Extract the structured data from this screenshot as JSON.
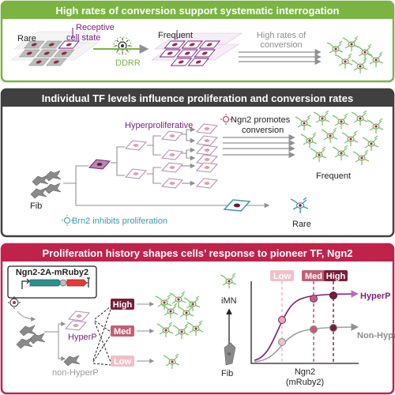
{
  "panel1": {
    "title": "High rates of conversion support systematic interrogation",
    "rare": "Rare",
    "receptive_line1": "Receptive",
    "receptive_line2": "cell state",
    "ddrr": "DDRR",
    "frequent": "Frequent",
    "high_rates_line1": "High rates of",
    "high_rates_line2": "conversion"
  },
  "panel2": {
    "title": "Individual TF levels influence proliferation and conversion rates",
    "hyperproliferative": "Hyperproliferative",
    "ngn2_promotes_line1": "Ngn2 promotes",
    "ngn2_promotes_line2": "conversion",
    "frequent": "Frequent",
    "fib": "Fib",
    "brn2_inhibits": "Brn2 inhibits proliferation",
    "rare": "Rare"
  },
  "panel3": {
    "title": "Proliferation history shapes cells’ response to pioneer TF, Ngn2",
    "construct": "Ngn2-2A-mRuby2",
    "hyperp": "HyperP",
    "non_hyperp": "non-HyperP",
    "high": "High",
    "med": "Med",
    "low": "Low",
    "imn": "iMN",
    "fib": "Fib",
    "plot": {
      "low": "Low",
      "med": "Med",
      "high": "High",
      "hyperp": "HyperP",
      "non_hyperp": "Non-HyperP",
      "xlabel_line1": "Ngn2",
      "xlabel_line2": "(mRuby2)"
    }
  },
  "colors": {
    "green": "#7bb442",
    "dark_gray": "#404040",
    "crimson": "#c0234a",
    "purple": "#7a1e78",
    "teal": "#3b9aa6",
    "neuron_green": "#7fc36a"
  }
}
